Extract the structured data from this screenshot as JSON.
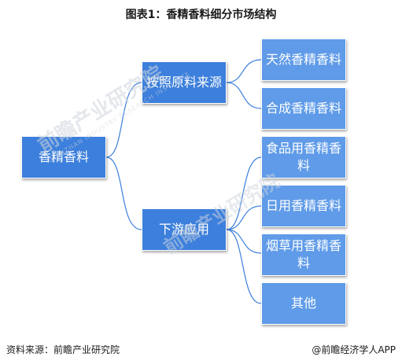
{
  "title": "图表1：香精香料细分市场结构",
  "colors": {
    "node": "#3c7fdc",
    "leaf": "#5f9be8",
    "connector": "#3c7fdc"
  },
  "diagram": {
    "root": "香精香料",
    "branches": [
      {
        "label": "按照原料来源",
        "children": [
          "天然香精香料",
          "合成香精香料"
        ]
      },
      {
        "label": "下游应用",
        "children": [
          "食品用香精香料",
          "日用香精香料",
          "烟草用香精香料",
          "其他"
        ]
      }
    ]
  },
  "watermark": {
    "main": "前瞻产业研究院",
    "sub": "QIANZHAN INDUSTRY RESEARCH INSTITUTE"
  },
  "footer": {
    "source": "资料来源：前瞻产业研究院",
    "brand": "@前瞻经济学人APP"
  }
}
